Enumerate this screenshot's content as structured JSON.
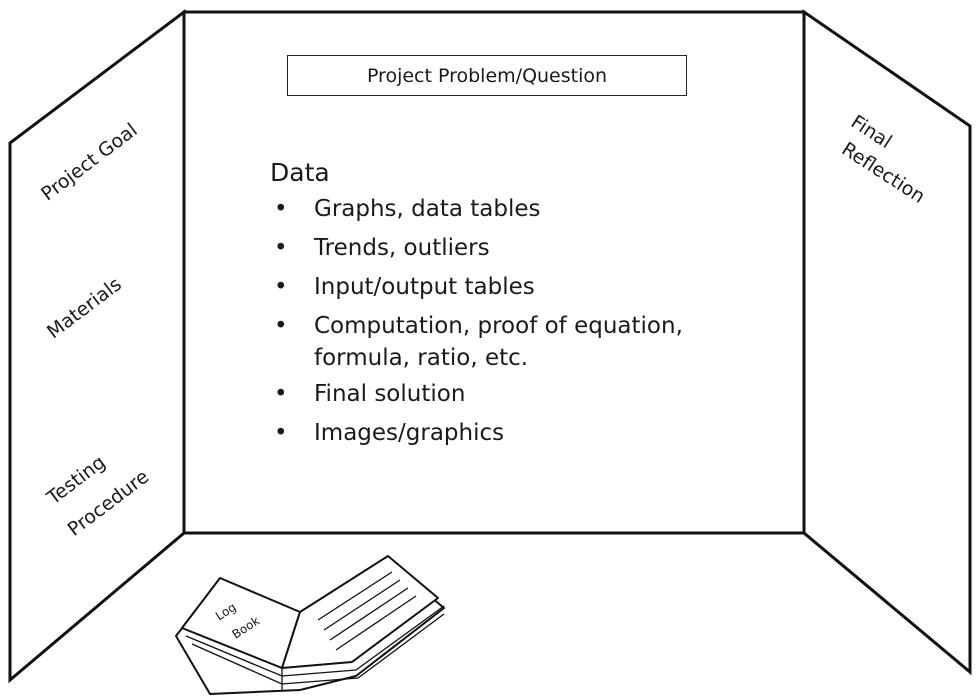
{
  "center_panel": {
    "title": "Project Problem/Question",
    "heading": "Data",
    "bullets": [
      "Graphs, data tables",
      "Trends, outliers",
      "Input/output tables",
      "Computation, proof of equation, formula, ratio, etc.",
      "Final solution",
      "Images/graphics"
    ]
  },
  "left_panel": {
    "goal": "Project Goal",
    "materials": "Materials",
    "testing_line1": "Testing",
    "testing_line2": "Procedure"
  },
  "right_panel": {
    "line1": "Final",
    "line2": "Reflection"
  },
  "log_book": {
    "line1": "Log",
    "line2": "Book"
  },
  "colors": {
    "outline": "#111111",
    "background": "#ffffff",
    "text": "#1a1a1a"
  }
}
